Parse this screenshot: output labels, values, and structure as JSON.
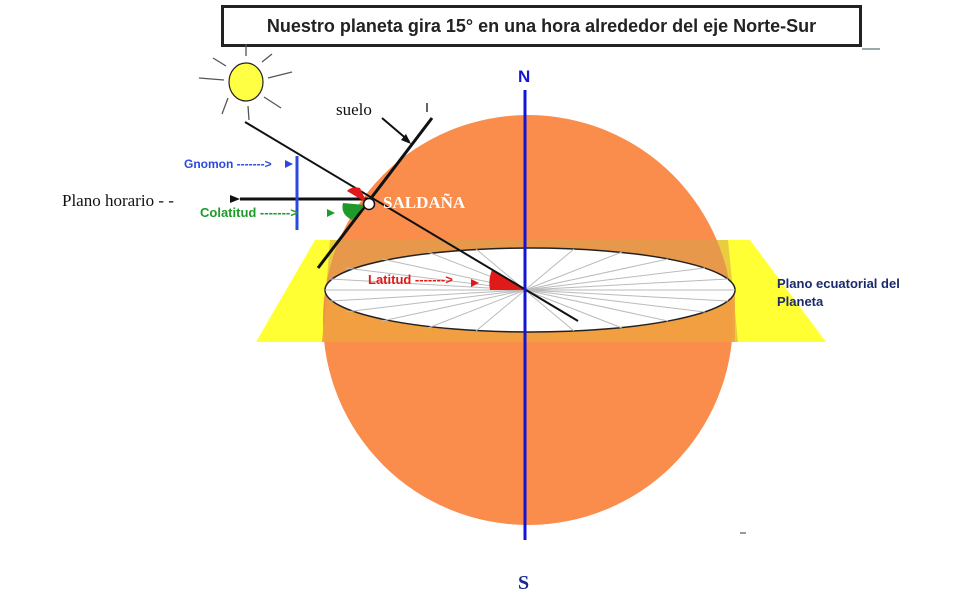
{
  "title": "Nuestro planeta gira 15° en una hora alrededor del eje Norte-Sur",
  "labels": {
    "north": "N",
    "south": "S",
    "suelo": "suelo",
    "gnomon": "Gnomon ------->",
    "plano_horario": "Plano horario - -",
    "colatitud": "Colatitud ------->",
    "saldana": "SALDAÑA",
    "latitud": "Latitud ------->",
    "plano_ecuatorial_line1": "Plano ecuatorial del",
    "plano_ecuatorial_line2": "Planeta"
  },
  "colors": {
    "sphere": "#fa8c4c",
    "equatorial_plane": "#ffff33",
    "axis": "#1414d2",
    "gnomon": "#2a49e0",
    "colatitude": "#1f9a2a",
    "latitude": "#e01919",
    "sun": "#ffff44"
  }
}
